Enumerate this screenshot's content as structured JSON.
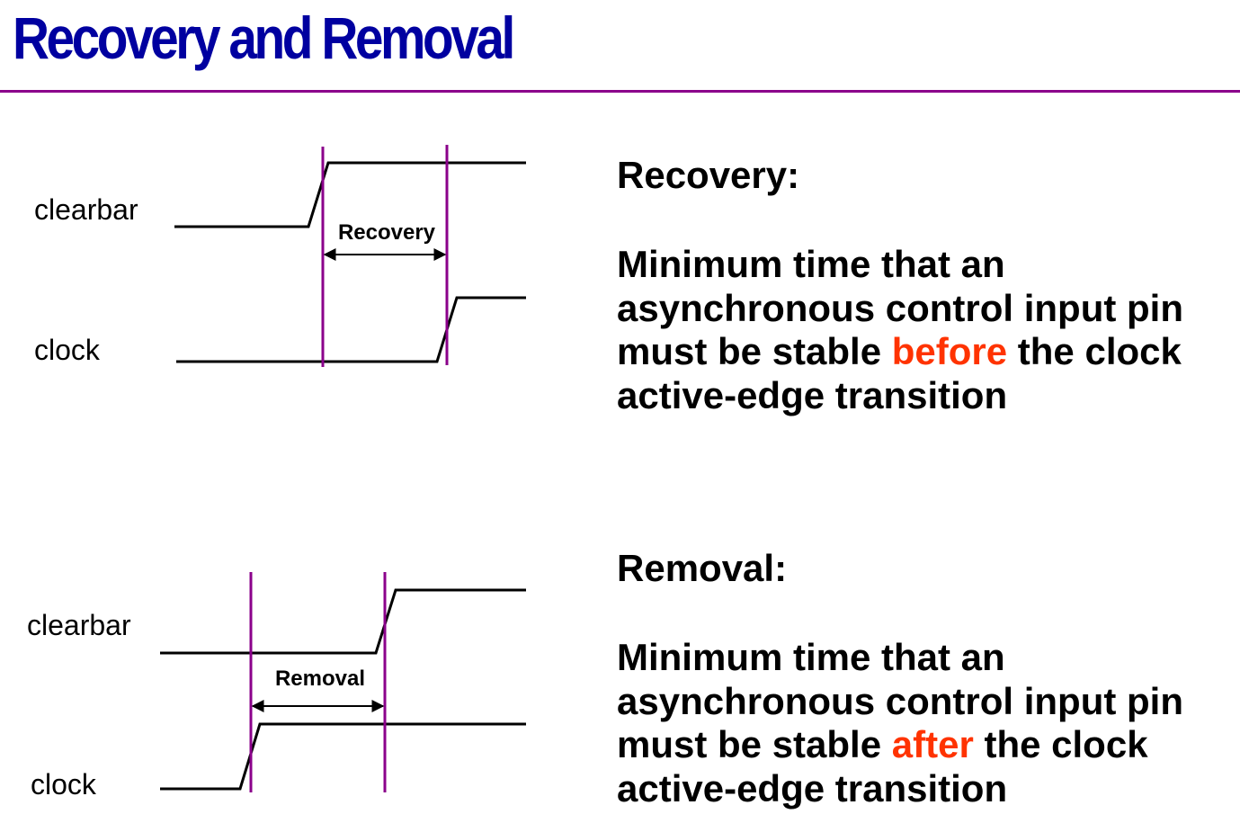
{
  "slide": {
    "title": "Recovery and Removal",
    "title_color": "#0000a0",
    "rule_color": "#8b008b",
    "marker_color": "#8b008b",
    "emphasis_color": "#ff3300"
  },
  "recovery": {
    "diagram": {
      "signal_top": "clearbar",
      "signal_bottom": "clock",
      "interval_label": "Recovery"
    },
    "heading": "Recovery:",
    "body": {
      "line1": "Minimum time that an",
      "line2": "asynchronous control input pin",
      "line3_pre": "must be stable ",
      "line3_emph": "before",
      "line3_post": " the clock",
      "line4": "active-edge transition"
    }
  },
  "removal": {
    "diagram": {
      "signal_top": "clearbar",
      "signal_bottom": "clock",
      "interval_label": "Removal"
    },
    "heading": "Removal:",
    "body": {
      "line1": "Minimum time that an",
      "line2": "asynchronous control input pin",
      "line3_pre": "must be stable ",
      "line3_emph": "after",
      "line3_post": " the clock",
      "line4": "active-edge transition"
    }
  }
}
